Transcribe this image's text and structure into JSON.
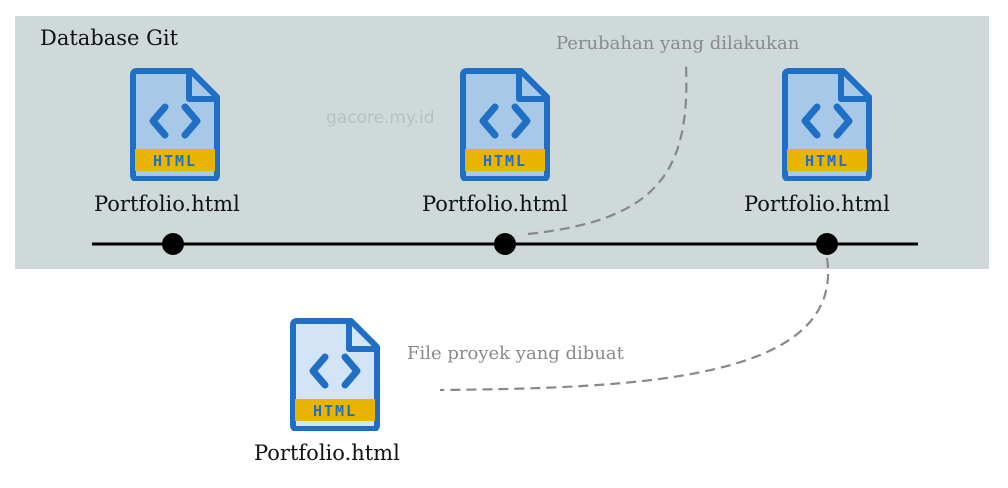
{
  "repository": {
    "title": "Database Git",
    "watermark": "gacore.my.id",
    "commits": [
      {
        "file_label": "Portfolio.html",
        "icon_text": "HTML"
      },
      {
        "file_label": "Portfolio.html",
        "icon_text": "HTML"
      },
      {
        "file_label": "Portfolio.html",
        "icon_text": "HTML"
      }
    ]
  },
  "working_file": {
    "file_label": "Portfolio.html",
    "icon_text": "HTML"
  },
  "annotations": {
    "changes": "Perubahan yang dilakukan",
    "created": "File proyek yang dibuat"
  },
  "colors": {
    "panel": "#cfd9d9",
    "icon_blue": "#1f6fc5",
    "icon_fill": "#a8c8e8",
    "icon_band": "#e8b400",
    "timeline": "#000000",
    "connector": "#888888"
  }
}
